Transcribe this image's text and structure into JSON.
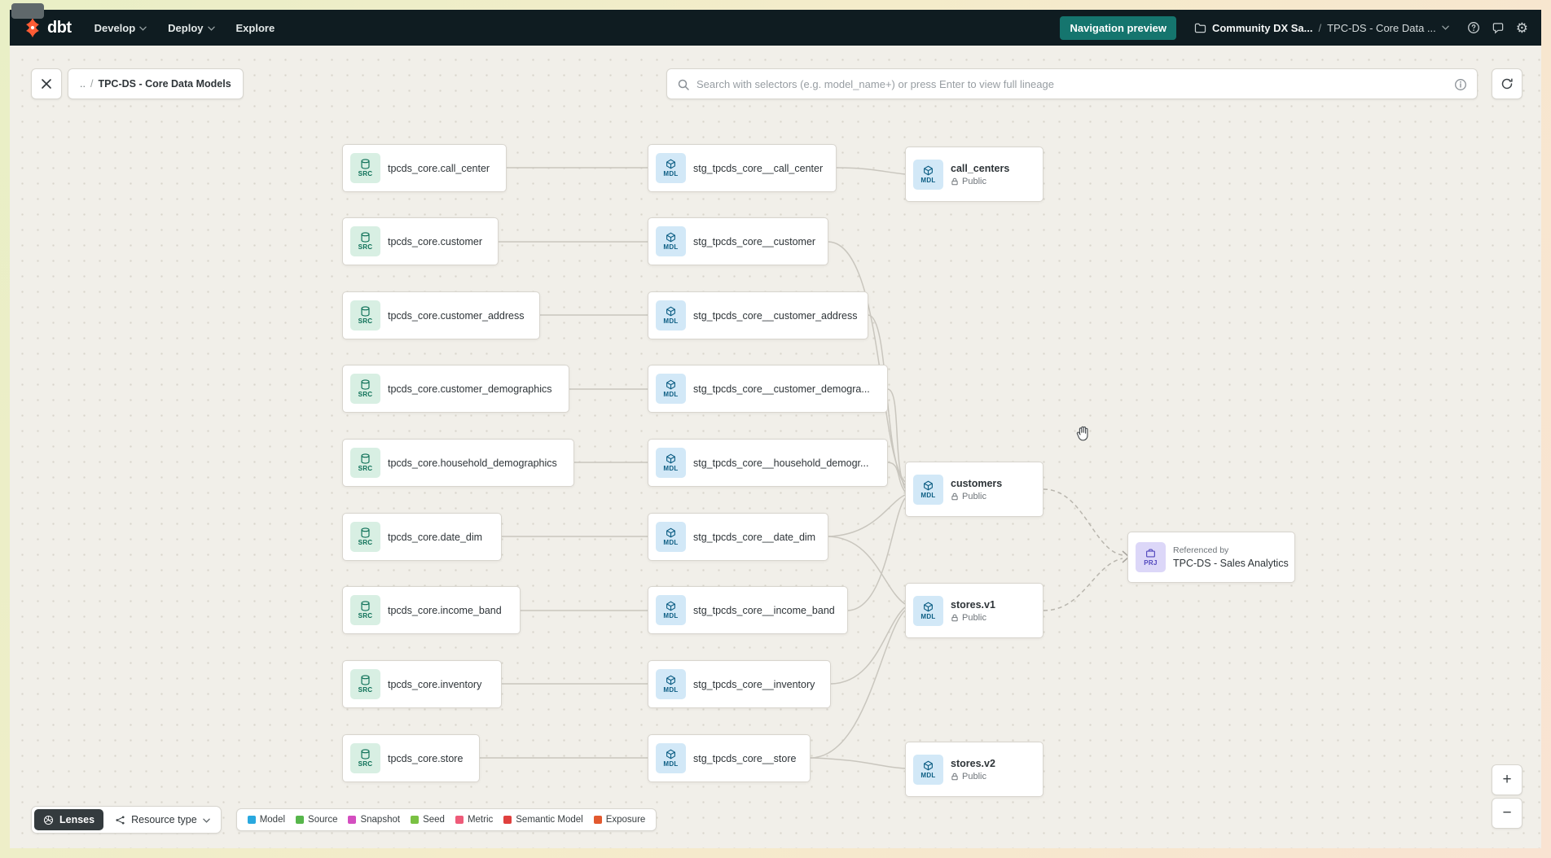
{
  "navbar": {
    "brand": "dbt",
    "links": [
      {
        "label": "Develop"
      },
      {
        "label": "Deploy"
      },
      {
        "label": "Explore"
      }
    ],
    "preview_button": "Navigation preview",
    "account": "Community DX Sa...",
    "separator": "/",
    "project": "TPC-DS - Core Data ..."
  },
  "toolbar": {
    "breadcrumb_up": "..",
    "breadcrumb_separator": "/",
    "breadcrumb_label": "TPC-DS - Core Data Models",
    "search_placeholder": "Search with selectors (e.g. model_name+) or press Enter to view full lineage"
  },
  "graph": {
    "badge_source": "SRC",
    "badge_model": "MDL",
    "badge_project": "PRJ",
    "sources": [
      {
        "label": "tpcds_core.call_center"
      },
      {
        "label": "tpcds_core.customer"
      },
      {
        "label": "tpcds_core.customer_address"
      },
      {
        "label": "tpcds_core.customer_demographics"
      },
      {
        "label": "tpcds_core.household_demographics"
      },
      {
        "label": "tpcds_core.date_dim"
      },
      {
        "label": "tpcds_core.income_band"
      },
      {
        "label": "tpcds_core.inventory"
      },
      {
        "label": "tpcds_core.store"
      }
    ],
    "staging": [
      {
        "label": "stg_tpcds_core__call_center"
      },
      {
        "label": "stg_tpcds_core__customer"
      },
      {
        "label": "stg_tpcds_core__customer_address"
      },
      {
        "label": "stg_tpcds_core__customer_demogra..."
      },
      {
        "label": "stg_tpcds_core__household_demogr..."
      },
      {
        "label": "stg_tpcds_core__date_dim"
      },
      {
        "label": "stg_tpcds_core__income_band"
      },
      {
        "label": "stg_tpcds_core__inventory"
      },
      {
        "label": "stg_tpcds_core__store"
      }
    ],
    "public_models": [
      {
        "label": "call_centers",
        "access": "Public"
      },
      {
        "label": "customers",
        "access": "Public"
      },
      {
        "label": "stores.v1",
        "access": "Public"
      },
      {
        "label": "stores.v2",
        "access": "Public"
      }
    ],
    "project_ref": {
      "kicker": "Referenced by",
      "label": "TPC-DS - Sales Analytics"
    }
  },
  "controls": {
    "lenses_label": "Lenses",
    "resource_type_label": "Resource type"
  },
  "legend": {
    "items": [
      {
        "label": "Model",
        "color": "#29a8df"
      },
      {
        "label": "Source",
        "color": "#57b64b"
      },
      {
        "label": "Snapshot",
        "color": "#d44ec0"
      },
      {
        "label": "Seed",
        "color": "#7ac143"
      },
      {
        "label": "Metric",
        "color": "#ee5b79"
      },
      {
        "label": "Semantic Model",
        "color": "#e0403e"
      },
      {
        "label": "Exposure",
        "color": "#e2592f"
      }
    ]
  },
  "zoom": {
    "zoom_in": "+",
    "zoom_out": "−"
  },
  "colors": {
    "accent_teal": "#15756e",
    "brand_orange": "#ff5c35"
  }
}
